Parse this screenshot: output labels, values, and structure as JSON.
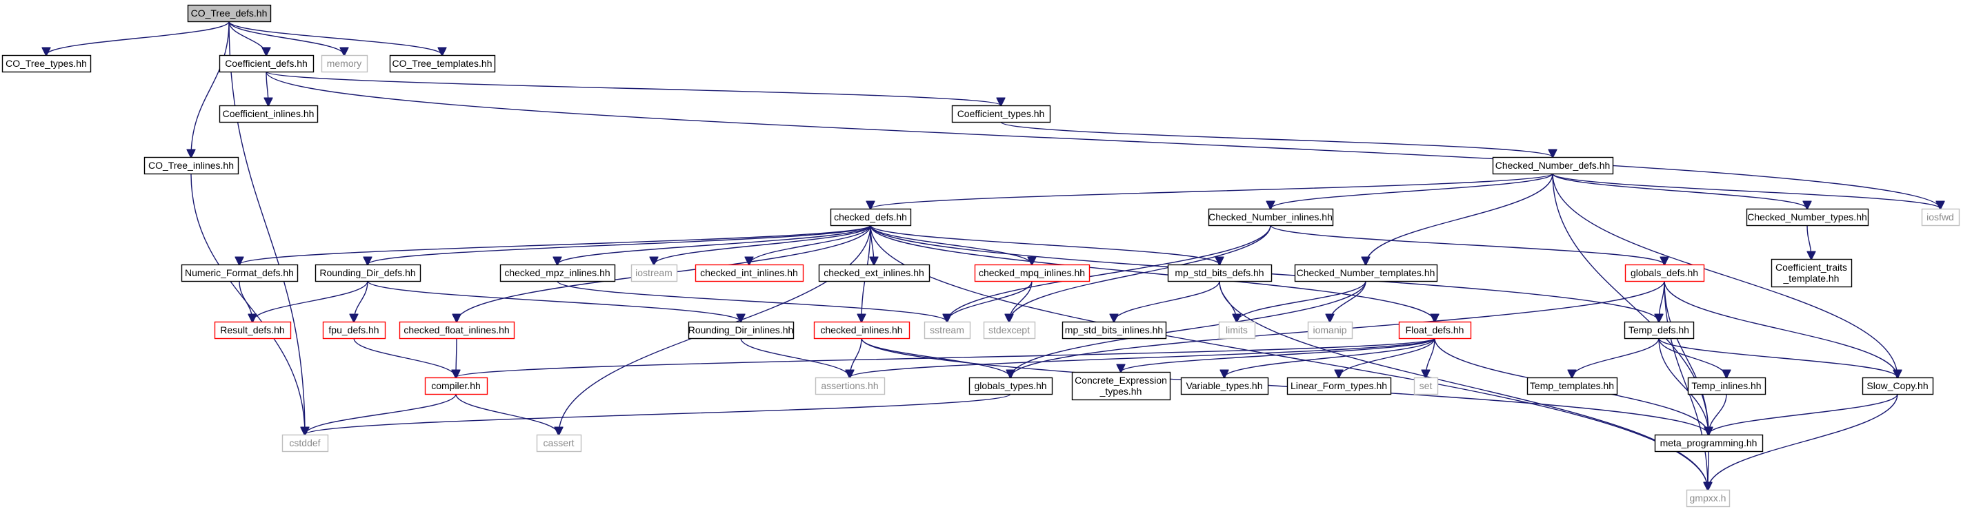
{
  "graph": {
    "colors": {
      "edge": "#191970",
      "node_border_black": "#000000",
      "node_border_red": "#ff0000",
      "node_border_gray": "#bfbfbf",
      "root_fill": "#bfbfbf"
    },
    "nodes": [
      {
        "id": "n_co_tree_defs",
        "label": "CO_Tree_defs.hh",
        "style": "root"
      },
      {
        "id": "n_co_tree_types",
        "label": "CO_Tree_types.hh",
        "style": "black"
      },
      {
        "id": "n_coefficient_defs",
        "label": "Coefficient_defs.hh",
        "style": "black"
      },
      {
        "id": "n_memory",
        "label": "memory",
        "style": "gray"
      },
      {
        "id": "n_co_tree_templates",
        "label": "CO_Tree_templates.hh",
        "style": "black"
      },
      {
        "id": "n_coefficient_inlines",
        "label": "Coefficient_inlines.hh",
        "style": "black"
      },
      {
        "id": "n_coefficient_types",
        "label": "Coefficient_types.hh",
        "style": "black"
      },
      {
        "id": "n_co_tree_inlines",
        "label": "CO_Tree_inlines.hh",
        "style": "black"
      },
      {
        "id": "n_checked_number_defs",
        "label": "Checked_Number_defs.hh",
        "style": "black"
      },
      {
        "id": "n_checked_defs",
        "label": "checked_defs.hh",
        "style": "black"
      },
      {
        "id": "n_checked_number_inlines",
        "label": "Checked_Number_inlines.hh",
        "style": "black"
      },
      {
        "id": "n_checked_number_types",
        "label": "Checked_Number_types.hh",
        "style": "black"
      },
      {
        "id": "n_iosfwd",
        "label": "iosfwd",
        "style": "gray"
      },
      {
        "id": "n_numeric_format_defs",
        "label": "Numeric_Format_defs.hh",
        "style": "black"
      },
      {
        "id": "n_rounding_dir_defs",
        "label": "Rounding_Dir_defs.hh",
        "style": "black"
      },
      {
        "id": "n_checked_mpz_inlines",
        "label": "checked_mpz_inlines.hh",
        "style": "black"
      },
      {
        "id": "n_iostream",
        "label": "iostream",
        "style": "gray"
      },
      {
        "id": "n_checked_int_inlines",
        "label": "checked_int_inlines.hh",
        "style": "red"
      },
      {
        "id": "n_checked_ext_inlines",
        "label": "checked_ext_inlines.hh",
        "style": "black"
      },
      {
        "id": "n_checked_mpq_inlines",
        "label": "checked_mpq_inlines.hh",
        "style": "red"
      },
      {
        "id": "n_mp_std_bits_defs",
        "label": "mp_std_bits_defs.hh",
        "style": "black"
      },
      {
        "id": "n_checked_number_templates",
        "label": "Checked_Number_templates.hh",
        "style": "black"
      },
      {
        "id": "n_globals_defs",
        "label": "globals_defs.hh",
        "style": "red"
      },
      {
        "id": "n_coefficient_traits_template",
        "label": "Coefficient_traits\n_template.hh",
        "style": "black"
      },
      {
        "id": "n_result_defs",
        "label": "Result_defs.hh",
        "style": "red"
      },
      {
        "id": "n_fpu_defs",
        "label": "fpu_defs.hh",
        "style": "red"
      },
      {
        "id": "n_checked_float_inlines",
        "label": "checked_float_inlines.hh",
        "style": "red"
      },
      {
        "id": "n_rounding_dir_inlines",
        "label": "Rounding_Dir_inlines.hh",
        "style": "black"
      },
      {
        "id": "n_checked_inlines",
        "label": "checked_inlines.hh",
        "style": "red"
      },
      {
        "id": "n_sstream",
        "label": "sstream",
        "style": "gray"
      },
      {
        "id": "n_stdexcept",
        "label": "stdexcept",
        "style": "gray"
      },
      {
        "id": "n_mp_std_bits_inlines",
        "label": "mp_std_bits_inlines.hh",
        "style": "black"
      },
      {
        "id": "n_limits",
        "label": "limits",
        "style": "gray"
      },
      {
        "id": "n_iomanip",
        "label": "iomanip",
        "style": "gray"
      },
      {
        "id": "n_float_defs",
        "label": "Float_defs.hh",
        "style": "red"
      },
      {
        "id": "n_temp_defs",
        "label": "Temp_defs.hh",
        "style": "black"
      },
      {
        "id": "n_compiler",
        "label": "compiler.hh",
        "style": "red"
      },
      {
        "id": "n_assertions",
        "label": "assertions.hh",
        "style": "gray"
      },
      {
        "id": "n_globals_types",
        "label": "globals_types.hh",
        "style": "black"
      },
      {
        "id": "n_concrete_expression_types",
        "label": "Concrete_Expression\n_types.hh",
        "style": "black"
      },
      {
        "id": "n_variable_types",
        "label": "Variable_types.hh",
        "style": "black"
      },
      {
        "id": "n_linear_form_types",
        "label": "Linear_Form_types.hh",
        "style": "black"
      },
      {
        "id": "n_set",
        "label": "set",
        "style": "gray"
      },
      {
        "id": "n_temp_templates",
        "label": "Temp_templates.hh",
        "style": "black"
      },
      {
        "id": "n_temp_inlines",
        "label": "Temp_inlines.hh",
        "style": "black"
      },
      {
        "id": "n_slow_copy",
        "label": "Slow_Copy.hh",
        "style": "black"
      },
      {
        "id": "n_cstddef",
        "label": "cstddef",
        "style": "gray"
      },
      {
        "id": "n_cassert",
        "label": "cassert",
        "style": "gray"
      },
      {
        "id": "n_meta_programming",
        "label": "meta_programming.hh",
        "style": "black"
      },
      {
        "id": "n_gmpxx",
        "label": "gmpxx.h",
        "style": "gray"
      }
    ],
    "edges": [
      [
        "n_co_tree_defs",
        "n_co_tree_types"
      ],
      [
        "n_co_tree_defs",
        "n_coefficient_defs"
      ],
      [
        "n_co_tree_defs",
        "n_memory"
      ],
      [
        "n_co_tree_defs",
        "n_co_tree_templates"
      ],
      [
        "n_co_tree_defs",
        "n_co_tree_inlines"
      ],
      [
        "n_co_tree_defs",
        "n_cstddef"
      ],
      [
        "n_coefficient_defs",
        "n_coefficient_inlines"
      ],
      [
        "n_coefficient_defs",
        "n_coefficient_types"
      ],
      [
        "n_coefficient_defs",
        "n_iosfwd"
      ],
      [
        "n_coefficient_types",
        "n_checked_number_defs"
      ],
      [
        "n_co_tree_inlines",
        "n_cstddef"
      ],
      [
        "n_checked_number_defs",
        "n_checked_defs"
      ],
      [
        "n_checked_number_defs",
        "n_checked_number_inlines"
      ],
      [
        "n_checked_number_defs",
        "n_checked_number_templates"
      ],
      [
        "n_checked_number_defs",
        "n_checked_number_types"
      ],
      [
        "n_checked_number_defs",
        "n_iosfwd"
      ],
      [
        "n_checked_number_defs",
        "n_slow_copy"
      ],
      [
        "n_checked_number_defs",
        "n_meta_programming"
      ],
      [
        "n_checked_defs",
        "n_numeric_format_defs"
      ],
      [
        "n_checked_defs",
        "n_rounding_dir_defs"
      ],
      [
        "n_checked_defs",
        "n_checked_mpz_inlines"
      ],
      [
        "n_checked_defs",
        "n_iostream"
      ],
      [
        "n_checked_defs",
        "n_checked_int_inlines"
      ],
      [
        "n_checked_defs",
        "n_checked_ext_inlines"
      ],
      [
        "n_checked_defs",
        "n_checked_mpq_inlines"
      ],
      [
        "n_checked_defs",
        "n_mp_std_bits_defs"
      ],
      [
        "n_checked_defs",
        "n_checked_float_inlines"
      ],
      [
        "n_checked_defs",
        "n_checked_inlines"
      ],
      [
        "n_checked_defs",
        "n_cassert"
      ],
      [
        "n_checked_defs",
        "n_float_defs"
      ],
      [
        "n_checked_defs",
        "n_temp_defs"
      ],
      [
        "n_checked_defs",
        "n_gmpxx"
      ],
      [
        "n_checked_number_inlines",
        "n_sstream"
      ],
      [
        "n_checked_number_inlines",
        "n_stdexcept"
      ],
      [
        "n_checked_number_inlines",
        "n_globals_defs"
      ],
      [
        "n_checked_number_types",
        "n_coefficient_traits_template"
      ],
      [
        "n_numeric_format_defs",
        "n_result_defs"
      ],
      [
        "n_rounding_dir_defs",
        "n_result_defs"
      ],
      [
        "n_rounding_dir_defs",
        "n_fpu_defs"
      ],
      [
        "n_rounding_dir_defs",
        "n_rounding_dir_inlines"
      ],
      [
        "n_checked_mpz_inlines",
        "n_sstream"
      ],
      [
        "n_checked_mpq_inlines",
        "n_sstream"
      ],
      [
        "n_checked_mpq_inlines",
        "n_stdexcept"
      ],
      [
        "n_mp_std_bits_defs",
        "n_mp_std_bits_inlines"
      ],
      [
        "n_mp_std_bits_defs",
        "n_limits"
      ],
      [
        "n_mp_std_bits_defs",
        "n_gmpxx"
      ],
      [
        "n_checked_number_templates",
        "n_limits"
      ],
      [
        "n_checked_number_templates",
        "n_iomanip"
      ],
      [
        "n_checked_number_templates",
        "n_globals_types"
      ],
      [
        "n_globals_defs",
        "n_temp_defs"
      ],
      [
        "n_globals_defs",
        "n_slow_copy"
      ],
      [
        "n_globals_defs",
        "n_meta_programming"
      ],
      [
        "n_globals_defs",
        "n_gmpxx"
      ],
      [
        "n_globals_defs",
        "n_globals_types"
      ],
      [
        "n_fpu_defs",
        "n_compiler"
      ],
      [
        "n_checked_float_inlines",
        "n_compiler"
      ],
      [
        "n_checked_inlines",
        "n_assertions"
      ],
      [
        "n_checked_inlines",
        "n_globals_types"
      ],
      [
        "n_checked_inlines",
        "n_meta_programming"
      ],
      [
        "n_rounding_dir_inlines",
        "n_assertions"
      ],
      [
        "n_float_defs",
        "n_compiler"
      ],
      [
        "n_float_defs",
        "n_assertions"
      ],
      [
        "n_float_defs",
        "n_concrete_expression_types"
      ],
      [
        "n_float_defs",
        "n_variable_types"
      ],
      [
        "n_float_defs",
        "n_linear_form_types"
      ],
      [
        "n_float_defs",
        "n_set"
      ],
      [
        "n_float_defs",
        "n_meta_programming"
      ],
      [
        "n_temp_defs",
        "n_temp_templates"
      ],
      [
        "n_temp_defs",
        "n_temp_inlines"
      ],
      [
        "n_temp_defs",
        "n_slow_copy"
      ],
      [
        "n_temp_defs",
        "n_meta_programming"
      ],
      [
        "n_temp_inlines",
        "n_meta_programming"
      ],
      [
        "n_slow_copy",
        "n_meta_programming"
      ],
      [
        "n_slow_copy",
        "n_gmpxx"
      ],
      [
        "n_compiler",
        "n_cstddef"
      ],
      [
        "n_compiler",
        "n_cassert"
      ],
      [
        "n_globals_types",
        "n_cstddef"
      ],
      [
        "n_meta_programming",
        "n_gmpxx"
      ]
    ]
  }
}
